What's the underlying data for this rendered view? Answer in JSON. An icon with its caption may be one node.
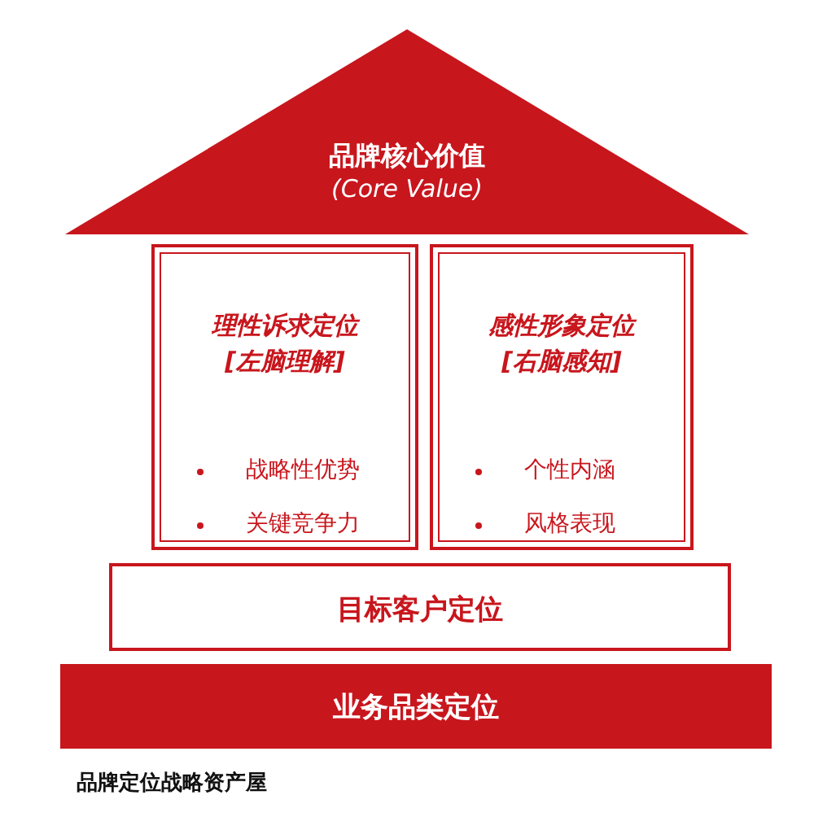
{
  "diagram": {
    "caption": "品牌定位战略资产屋",
    "nodes": [
      {
        "text": [
          "品牌核心价值",
          "(Core Value)"
        ]
      },
      {
        "text": [
          "理性诉求定位",
          "[左脑理解]",
          "战略性优势",
          "关键竞争力"
        ]
      },
      {
        "text": [
          "感性形象定位",
          "[右脑感知]",
          "个性内涵",
          "风格表现"
        ]
      },
      {
        "text": [
          "目标客户定位"
        ]
      },
      {
        "text": [
          "业务品类定位"
        ]
      }
    ],
    "edges": []
  }
}
